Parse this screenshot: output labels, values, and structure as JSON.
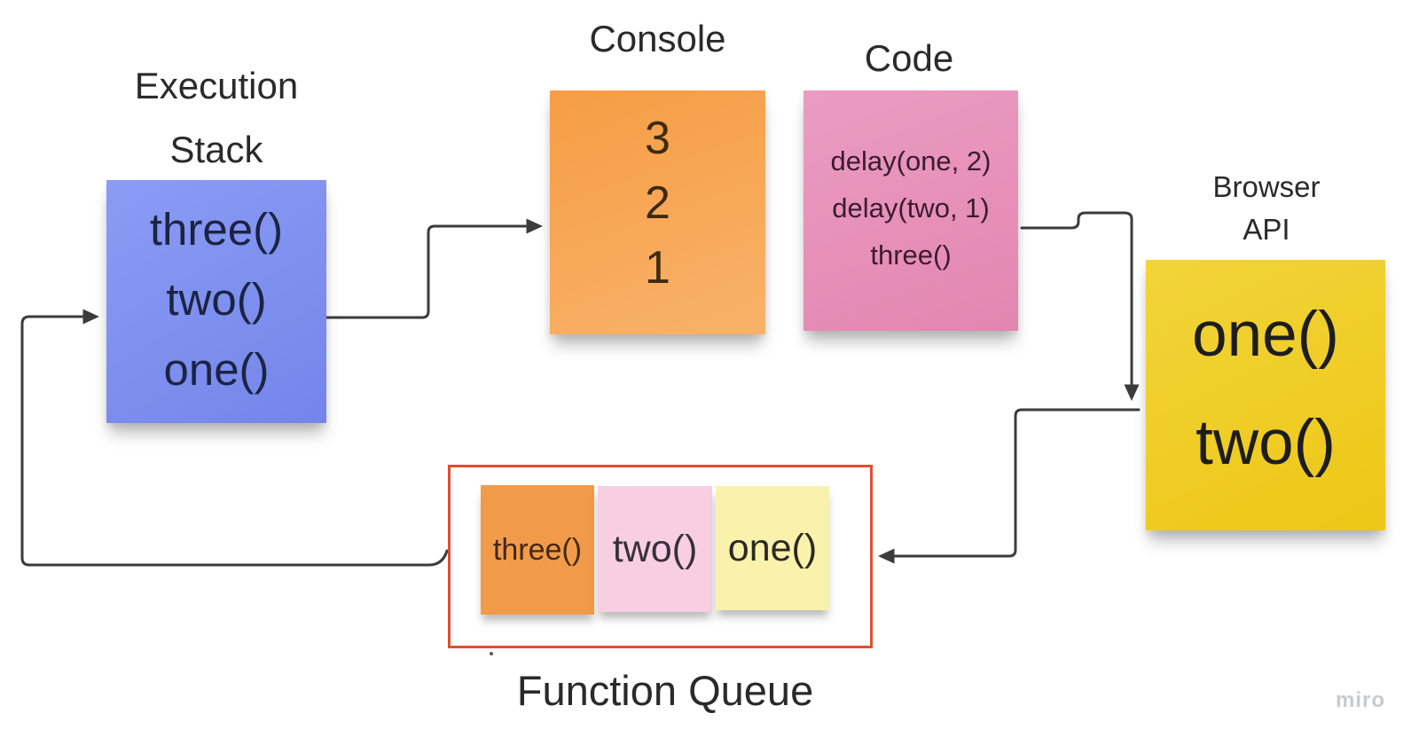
{
  "titles": {
    "execution_stack": {
      "line1": "Execution",
      "line2": "Stack"
    },
    "console": "Console",
    "code": "Code",
    "browser_api": {
      "line1": "Browser",
      "line2": "API"
    },
    "function_queue": "Function Queue"
  },
  "notes": {
    "execution_stack": {
      "items": [
        "three()",
        "two()",
        "one()"
      ]
    },
    "console": {
      "items": [
        "3",
        "2",
        "1"
      ]
    },
    "code": {
      "lines": [
        "delay(one, 2)",
        "delay(two, 1)",
        "three()"
      ]
    },
    "browser_api": {
      "items": [
        "one()",
        "two()"
      ]
    },
    "function_queue": {
      "items": [
        {
          "label": "three()",
          "color": "#f19b4a"
        },
        {
          "label": "two()",
          "color": "#f8cfe2"
        },
        {
          "label": "one()",
          "color": "#f9f2ad"
        }
      ]
    }
  },
  "connections": [
    {
      "from": "execution-stack",
      "to": "console"
    },
    {
      "from": "code",
      "to": "browser-api"
    },
    {
      "from": "browser-api",
      "to": "function-queue"
    },
    {
      "from": "function-queue",
      "to": "execution-stack"
    }
  ],
  "watermark": "miro",
  "palette": {
    "note_blue": "#7d90ef",
    "note_orange": "#f6a551",
    "note_pink": "#e78fb8",
    "note_yellow": "#f0cd25",
    "queue_note_orange": "#f19b4a",
    "queue_note_pink": "#f8cfe2",
    "queue_note_yellow": "#f9f2ad",
    "queue_border_red": "#dd4f31",
    "arrow": "#3b3b3b",
    "label_text": "#2a2a2a",
    "watermark_gray": "#c8cacf",
    "background": "#ffffff"
  }
}
